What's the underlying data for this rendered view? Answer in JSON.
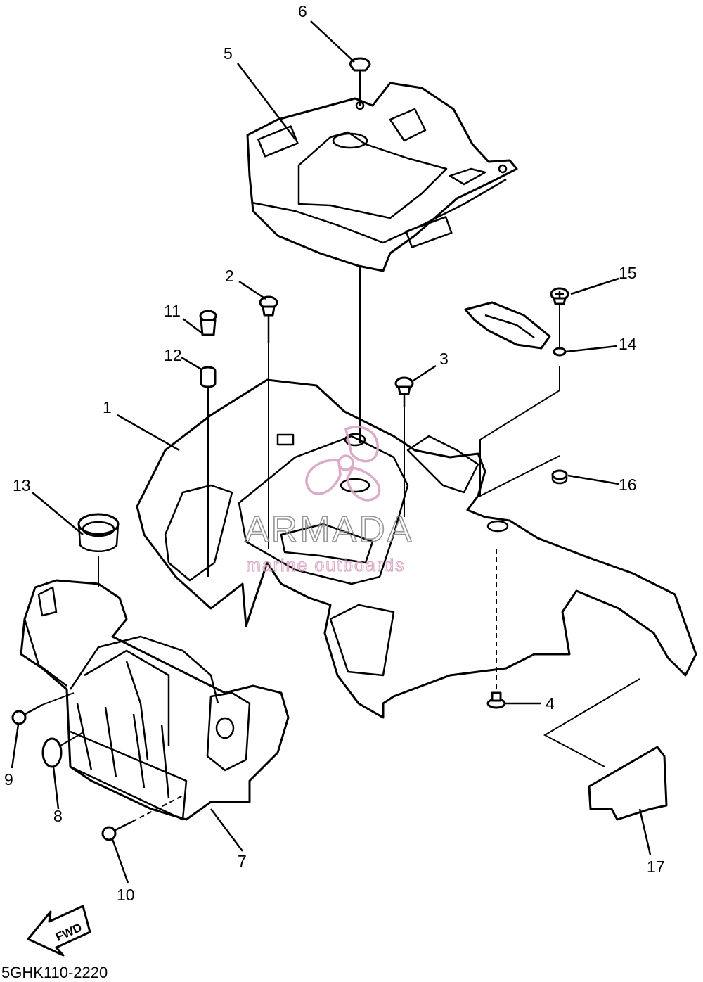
{
  "diagram": {
    "code": "5GHK110-2220",
    "fwd_label": "FWD",
    "callouts": [
      "1",
      "2",
      "3",
      "4",
      "5",
      "6",
      "7",
      "8",
      "9",
      "10",
      "11",
      "12",
      "13",
      "14",
      "15",
      "16",
      "17"
    ]
  },
  "watermark": {
    "brand": "ARMADA",
    "tagline": "marine outboards",
    "colors": {
      "logo": "#d9a3c4",
      "text": "#8a8a8a"
    }
  },
  "icons": {
    "fwd_arrow": "arrow-left-icon",
    "logo": "propeller-logo-icon"
  }
}
